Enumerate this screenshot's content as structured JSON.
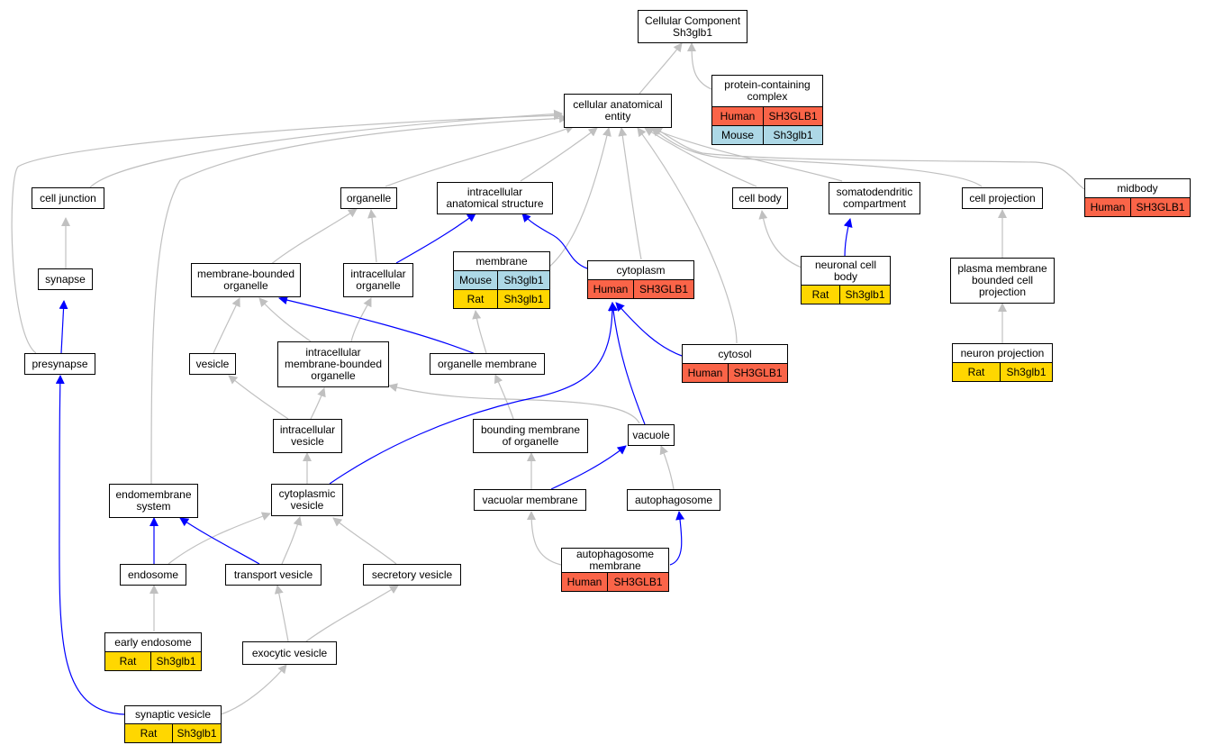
{
  "colors": {
    "human": "#fa6448",
    "mouse": "#add8e6",
    "rat": "#ffd700",
    "edge_gray": "#c0c0c0",
    "edge_blue": "#0000ff"
  },
  "nodes": {
    "root": {
      "label": "Cellular Component\nSh3glb1"
    },
    "cae": {
      "label": "cellular anatomical\nentity"
    },
    "pcc": {
      "label": "protein-containing\ncomplex",
      "rows": [
        [
          "Human",
          "SH3GLB1",
          "human"
        ],
        [
          "Mouse",
          "Sh3glb1",
          "mouse"
        ]
      ]
    },
    "cj": {
      "label": "cell junction"
    },
    "org": {
      "label": "organelle"
    },
    "ias": {
      "label": "intracellular\nanatomical structure"
    },
    "cb": {
      "label": "cell body"
    },
    "sdc": {
      "label": "somatodendritic\ncompartment"
    },
    "cp": {
      "label": "cell projection"
    },
    "mid": {
      "label": "midbody",
      "rows": [
        [
          "Human",
          "SH3GLB1",
          "human"
        ]
      ]
    },
    "syn": {
      "label": "synapse"
    },
    "mbo": {
      "label": "membrane-bounded\norganelle"
    },
    "io": {
      "label": "intracellular\norganelle"
    },
    "mem": {
      "label": "membrane",
      "rows": [
        [
          "Mouse",
          "Sh3glb1",
          "mouse"
        ],
        [
          "Rat",
          "Sh3glb1",
          "rat"
        ]
      ]
    },
    "cyto": {
      "label": "cytoplasm",
      "rows": [
        [
          "Human",
          "SH3GLB1",
          "human"
        ]
      ]
    },
    "ncb": {
      "label": "neuronal cell\nbody",
      "rows": [
        [
          "Rat",
          "Sh3glb1",
          "rat"
        ]
      ]
    },
    "pmbcp": {
      "label": "plasma membrane\nbounded cell\nprojection"
    },
    "pre": {
      "label": "presynapse"
    },
    "ves": {
      "label": "vesicle"
    },
    "imbo": {
      "label": "intracellular\nmembrane-bounded\norganelle"
    },
    "om": {
      "label": "organelle membrane"
    },
    "cytosol": {
      "label": "cytosol",
      "rows": [
        [
          "Human",
          "SH3GLB1",
          "human"
        ]
      ]
    },
    "np": {
      "label": "neuron projection",
      "rows": [
        [
          "Rat",
          "Sh3glb1",
          "rat"
        ]
      ]
    },
    "iv": {
      "label": "intracellular\nvesicle"
    },
    "bmo": {
      "label": "bounding membrane\nof organelle"
    },
    "vac": {
      "label": "vacuole"
    },
    "ems": {
      "label": "endomembrane\nsystem"
    },
    "cv": {
      "label": "cytoplasmic\nvesicle"
    },
    "vm": {
      "label": "vacuolar membrane"
    },
    "auto": {
      "label": "autophagosome"
    },
    "endo": {
      "label": "endosome"
    },
    "tv": {
      "label": "transport vesicle"
    },
    "sv": {
      "label": "secretory vesicle"
    },
    "am": {
      "label": "autophagosome\nmembrane",
      "rows": [
        [
          "Human",
          "SH3GLB1",
          "human"
        ]
      ]
    },
    "ee": {
      "label": "early endosome",
      "rows": [
        [
          "Rat",
          "Sh3glb1",
          "rat"
        ]
      ]
    },
    "ev": {
      "label": "exocytic vesicle"
    },
    "synv": {
      "label": "synaptic vesicle",
      "rows": [
        [
          "Rat",
          "Sh3glb1",
          "rat"
        ]
      ]
    }
  }
}
